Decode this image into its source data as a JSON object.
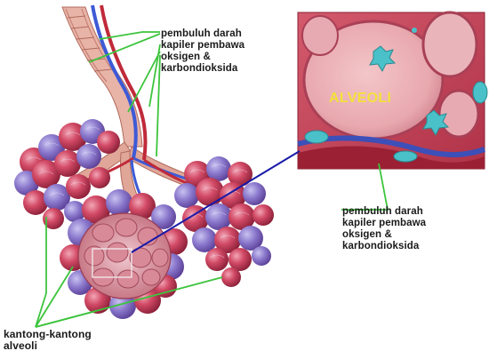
{
  "labels": {
    "top": {
      "lines": [
        "pembuluh darah",
        "kapiler pembawa",
        "oksigen &",
        "karbondioksida"
      ]
    },
    "right": {
      "lines": [
        "pembuluh darah",
        "kapiler pembawa",
        "oksigen &",
        "karbondioksida"
      ]
    },
    "bottom": {
      "lines": [
        "kantong-kantong",
        "alveoli"
      ]
    },
    "inset_title": "ALVEOLI"
  },
  "colors": {
    "leader_line": "#3cc43c",
    "zoom_line": "#1a1aa8",
    "tissue": "#c8445a",
    "vessel_blue": "#5a72d8",
    "inset_text": "#f2e23a",
    "cell": "#4ac0c8"
  }
}
